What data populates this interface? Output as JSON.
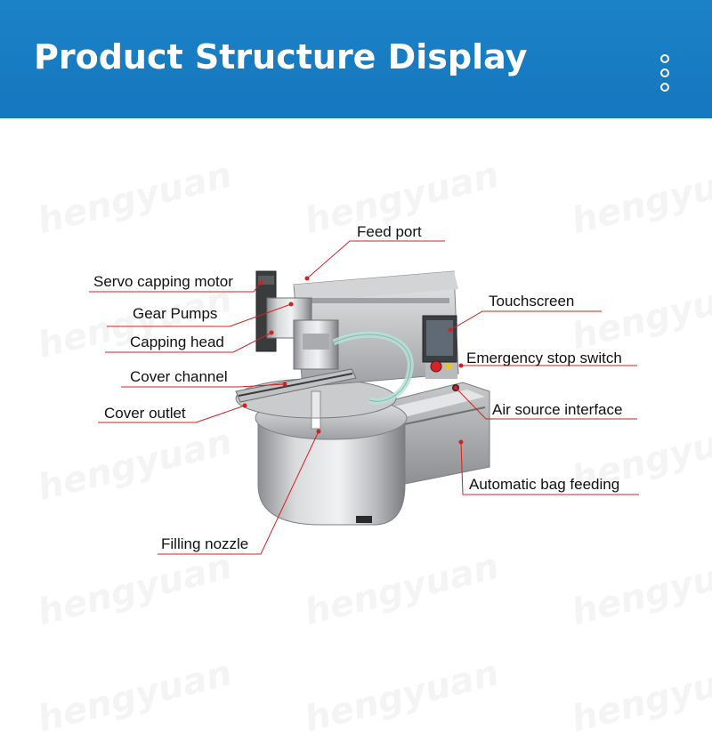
{
  "header": {
    "title": "Product Structure Display",
    "menu_icon": "vertical-dots-icon",
    "background_color": "#1a7fc5"
  },
  "watermark": {
    "text": "hengyuan"
  },
  "product_image": {
    "description_icon": "filling-capping-machine-photo"
  },
  "labels": {
    "feed_port": "Feed port",
    "servo_capping_motor": "Servo capping motor",
    "gear_pumps": "Gear Pumps",
    "capping_head": "Capping head",
    "cover_channel": "Cover channel",
    "cover_outlet": "Cover outlet",
    "filling_nozzle": "Filling nozzle",
    "touchscreen": "Touchscreen",
    "emergency_stop_switch": "Emergency stop switch",
    "air_source_interface": "Air source interface",
    "automatic_bag_feeding": "Automatic bag feeding"
  },
  "leader_line_color": "#d42020"
}
